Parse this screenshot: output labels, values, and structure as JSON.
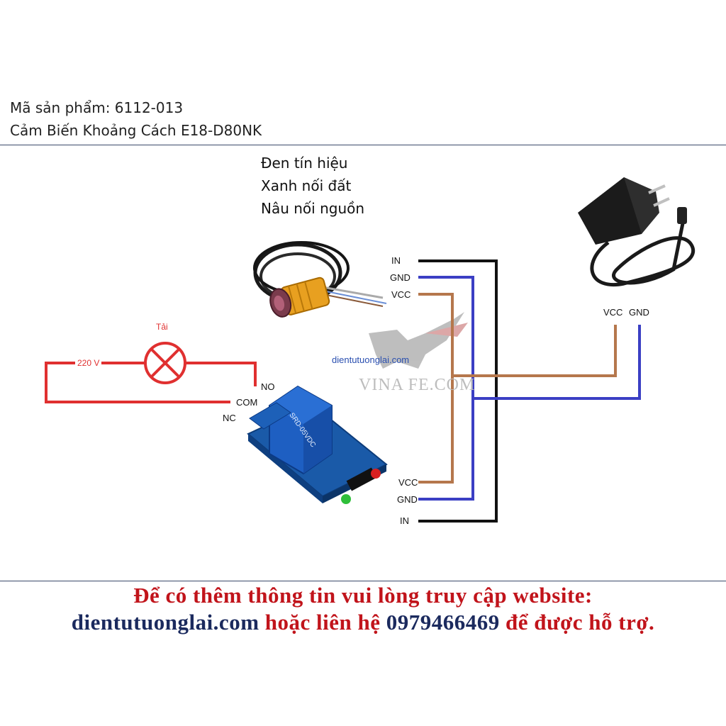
{
  "header": {
    "product_code": "Mã sản phẩm: 6112-013",
    "product_name": "Cảm Biến Khoảng Cách E18-D80NK"
  },
  "wire_legend": {
    "black": "Đen tín hiệu",
    "green": "Xanh nối đất",
    "brown": "Nâu nối nguồn"
  },
  "sensor_pins": {
    "in": "IN",
    "gnd": "GND",
    "vcc": "VCC"
  },
  "adapter_pins": {
    "vcc": "VCC",
    "gnd": "GND"
  },
  "relay_pins": {
    "vcc": "VCC",
    "gnd": "GND",
    "in": "IN"
  },
  "load": {
    "label": "Tải",
    "voltage": "220 V"
  },
  "relay_contacts": {
    "no": "NO",
    "com": "COM",
    "nc": "NC"
  },
  "watermark": {
    "site": "dientutuonglai.com",
    "brand": "VINA FE.COM"
  },
  "footer": {
    "line1": "Để có thêm thông tin vui lòng truy cập website:",
    "site": "dientutuonglai.com",
    "mid": " hoặc liên hệ ",
    "phone": "0979466469",
    "end": " để được hỗ trợ."
  },
  "colors": {
    "signal_wire": "#111111",
    "ground_wire": "#3b3fc4",
    "power_wire": "#b5774c",
    "mains_wire": "#e03030",
    "footer_red": "#c1141b",
    "footer_navy": "#1b2a5e"
  },
  "icons": [
    "sensor-image",
    "power-adapter-image",
    "relay-module-image",
    "lamp-icon",
    "horse-logo"
  ]
}
